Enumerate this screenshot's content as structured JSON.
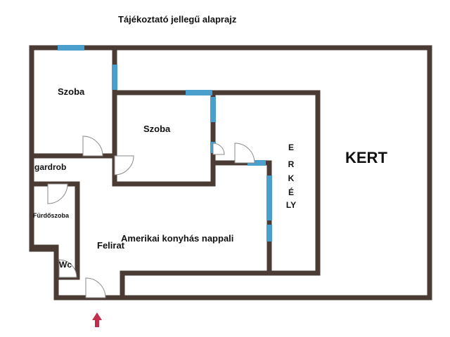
{
  "title": "Tájékoztató jellegű alaprajz",
  "rooms": {
    "szoba_1": "Szoba",
    "szoba_2": "Szoba",
    "gardrob": "gardrob",
    "furdoszoba": "Fürdőszoba",
    "wc": "Wc",
    "nappali": "Amerikai konyhás nappali",
    "felirat": "Felirat",
    "kert": "KERT",
    "erkely_letters": [
      "E",
      "R",
      "K",
      "É",
      "LY"
    ]
  },
  "colors": {
    "wall": "#4a3c34",
    "window": "#4b9fcc",
    "door": "#888888",
    "entrance_arrow": "#c0304a"
  },
  "icons": {
    "entrance": "entrance-arrow-icon",
    "door": "door-swing-icon"
  }
}
